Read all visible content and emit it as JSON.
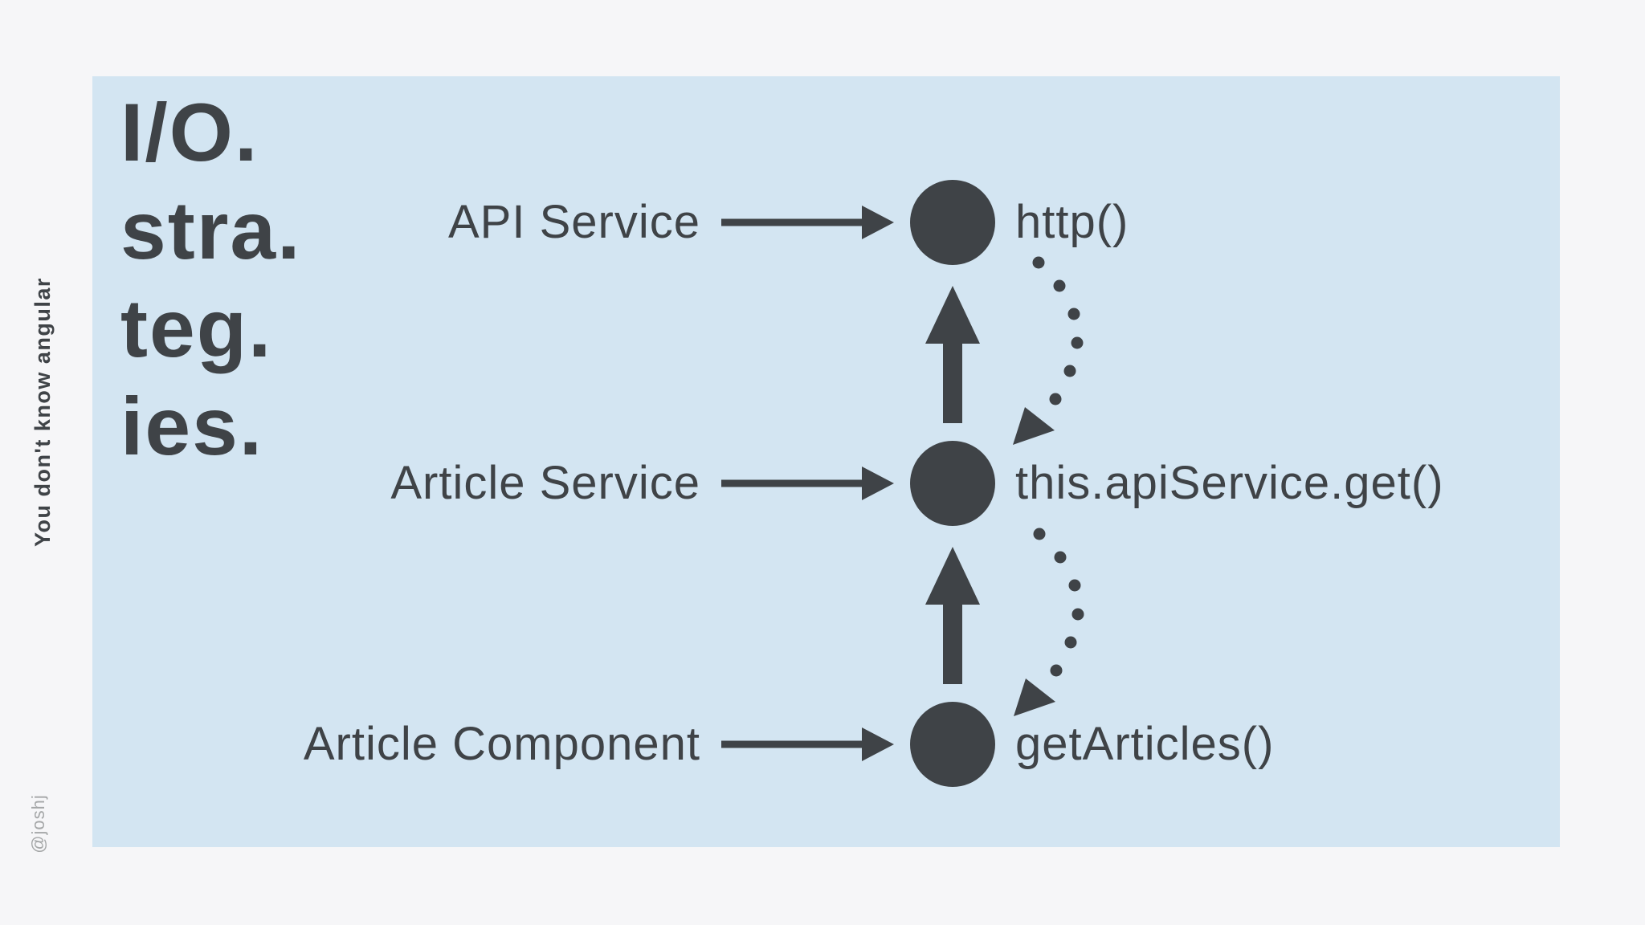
{
  "colors": {
    "ink": "#3f4347",
    "panel_blue": "#d3e5f2",
    "page_background": "#f6f6f8",
    "handle_gray": "#a5a7a8"
  },
  "title": {
    "lines": [
      "I/O.",
      "stra.",
      "teg.",
      "ies."
    ]
  },
  "side": {
    "vertical_tagline": "You don't know angular",
    "author_handle": "@joshj"
  },
  "diagram": {
    "rows": [
      {
        "component": "API Service",
        "method": "http()"
      },
      {
        "component": "Article Service",
        "method": "this.apiService.get()"
      },
      {
        "component": "Article Component",
        "method": "getArticles()"
      }
    ]
  }
}
